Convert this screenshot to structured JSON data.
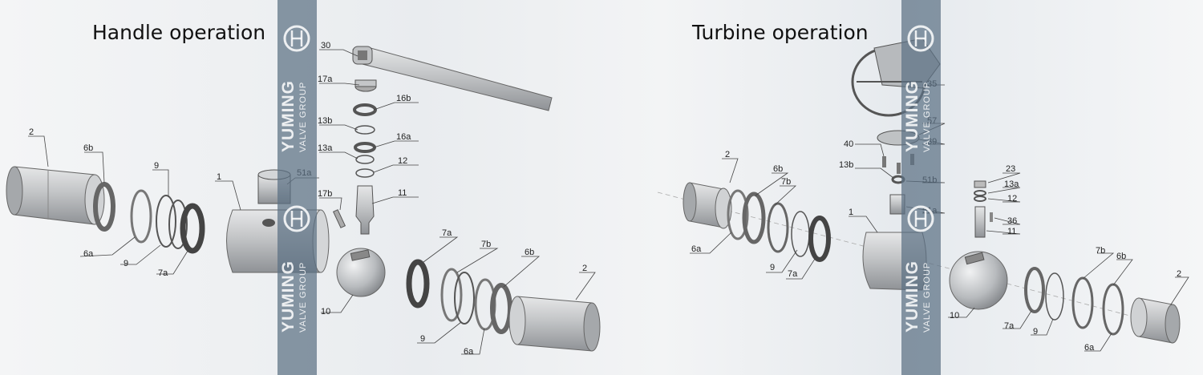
{
  "titles": {
    "left": "Handle operation",
    "right": "Turbine operation"
  },
  "watermark": {
    "brand": "YUMING",
    "subtitle": "VALVE GROUP"
  },
  "left_labels": [
    "30",
    "17a",
    "16b",
    "13b",
    "13a",
    "16a",
    "12",
    "51a",
    "17b",
    "11",
    "2",
    "6b",
    "9",
    "1",
    "6a",
    "9",
    "7a",
    "10",
    "7a",
    "7b",
    "6b",
    "2",
    "9",
    "6a"
  ],
  "right_labels": [
    "2",
    "6b",
    "7b",
    "6a",
    "9",
    "7a",
    "1",
    "40",
    "13b",
    "35",
    "57",
    "39",
    "51b",
    "51a",
    "23",
    "13a",
    "12",
    "36",
    "11",
    "10",
    "7a",
    "9",
    "7b",
    "6b",
    "2",
    "6a"
  ],
  "colors": {
    "band": "#5c7084",
    "part_fill": "#c8cacc",
    "part_dark": "#8a8d90"
  }
}
